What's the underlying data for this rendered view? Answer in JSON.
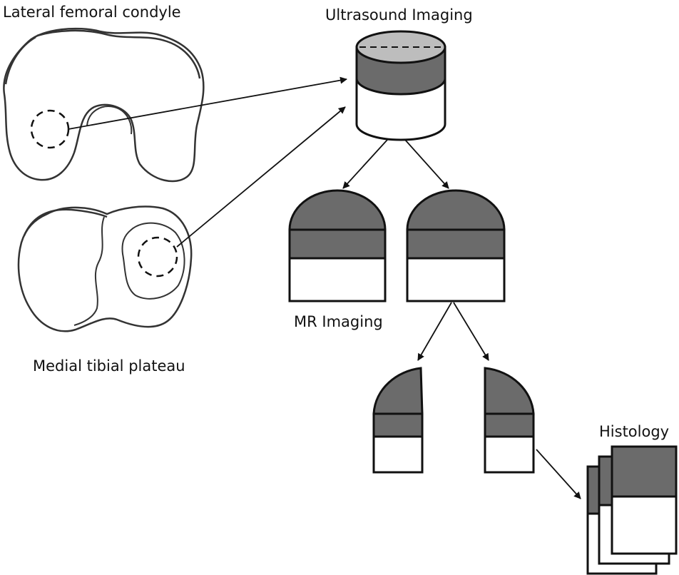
{
  "labels": {
    "lateral_femoral_condyle": "Lateral femoral condyle",
    "medial_tibial_plateau": "Medial tibial plateau",
    "ultrasound_imaging": "Ultrasound Imaging",
    "mr_imaging": "MR Imaging",
    "histology": "Histology"
  },
  "colors": {
    "outline": "#2b2b2b",
    "cartilage_gray": "#6b6b6b",
    "top_light_gray": "#bdbdbd",
    "background": "#ffffff"
  }
}
